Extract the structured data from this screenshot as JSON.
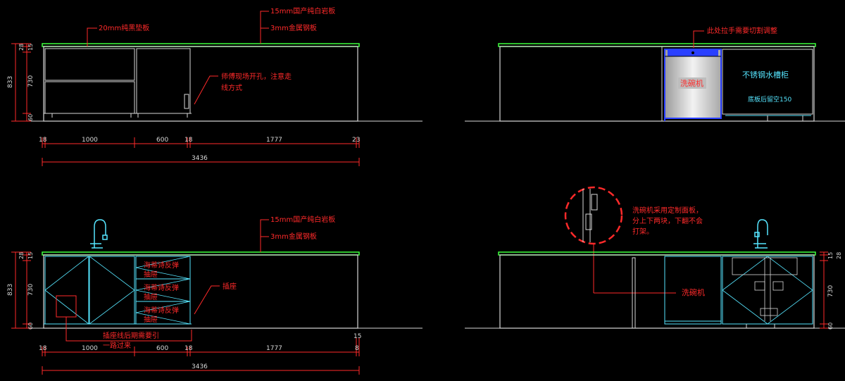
{
  "top_left": {
    "label_stone": "15mm国产纯白岩板",
    "label_steel": "3mm金属钢板",
    "label_pad": "20mm纯黑垫板",
    "label_hole": "师傅现场开孔，注意走",
    "label_hole2": "线方式",
    "dims_h": [
      "18",
      "1000",
      "600",
      "18",
      "1777",
      "23"
    ],
    "dim_total": "3436",
    "dims_v": [
      "833",
      "28",
      "15",
      "730",
      "60"
    ]
  },
  "top_right": {
    "label_handle": "此处拉手需要切割调整",
    "label_dishwasher": "洗碗机",
    "label_sink": "不锈钢水槽柜",
    "label_back": "底板后留空150"
  },
  "bottom_left": {
    "label_stone": "15mm国产纯白岩板",
    "label_steel": "3mm金属钢板",
    "drawer_label_line1": "海蒂诗反弹",
    "drawer_label_line2": "抽屉",
    "label_socket": "插座",
    "label_socket_note": "插座线后期需要引",
    "label_socket_note2": "一路过来",
    "dims_h": [
      "18",
      "1000",
      "600",
      "18",
      "1777",
      "8"
    ],
    "dim_extra": "15",
    "dim_total": "3436",
    "dims_v": [
      "833",
      "28",
      "15",
      "730",
      "60"
    ]
  },
  "bottom_right": {
    "panel_note": "洗碗机采用定制面板，",
    "panel_note2": "分上下两块，下翻不会",
    "panel_note3": "打架。",
    "label_dishwasher": "洗碗机",
    "dims_v": [
      "15",
      "28",
      "730",
      "60"
    ]
  },
  "colors": {
    "line_white": "#d8d8d8",
    "line_green": "#3cff3c",
    "accent_red": "#ff2a2a",
    "cyan": "#56e6ff",
    "blue": "#2a40ff"
  }
}
